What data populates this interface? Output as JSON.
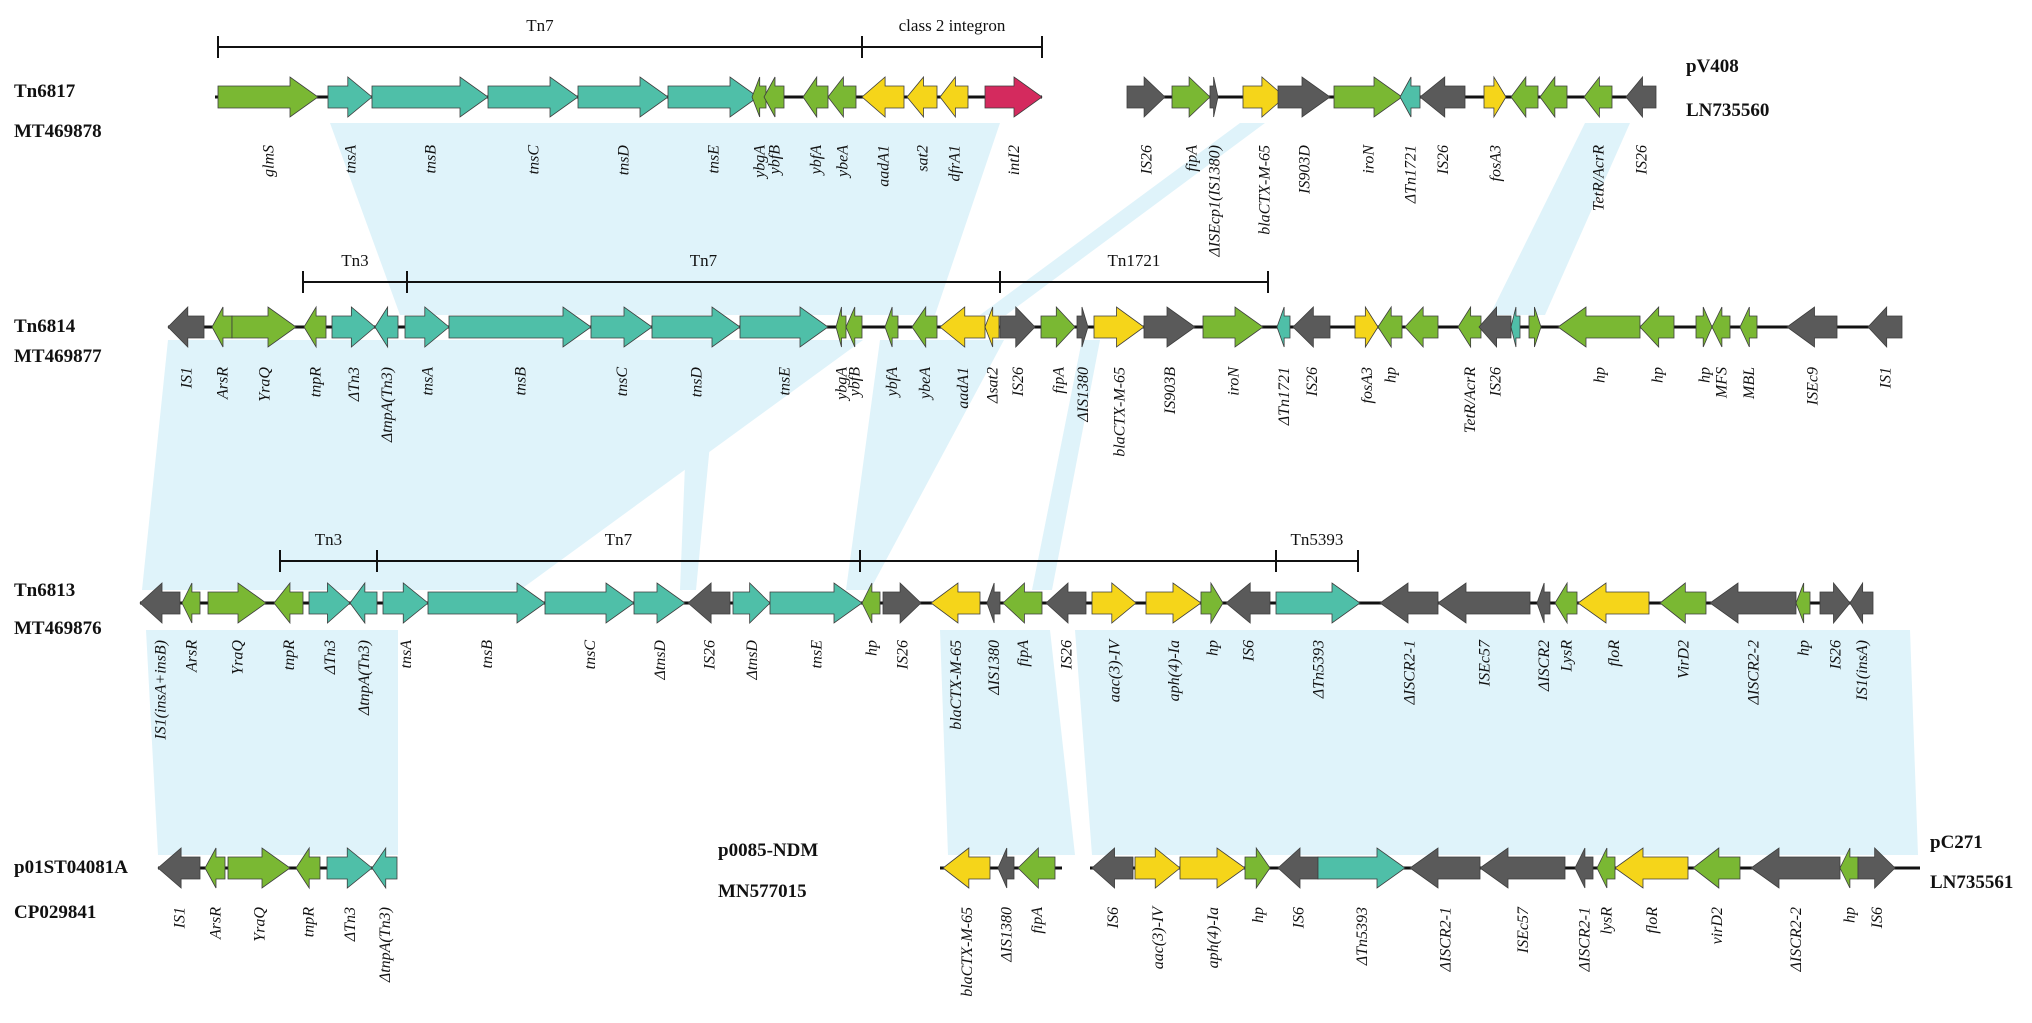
{
  "colors": {
    "light_green": "#7ab833",
    "teal": "#4fbfa8",
    "yellow": "#f5d51a",
    "gray": "#5a5a5a",
    "crimson": "#d42a5e",
    "shade": "#dff3fa",
    "line": "#111111"
  },
  "tracks": [
    {
      "id": "tn6817",
      "labels": [
        "Tn6817",
        "MT469878"
      ],
      "brackets": [
        {
          "label": "Tn7"
        },
        {
          "label": "class 2 integron"
        }
      ],
      "genes": [
        {
          "label": "glmS",
          "color": "light_green",
          "dir": "right"
        },
        {
          "label": "tnsA",
          "color": "teal",
          "dir": "right"
        },
        {
          "label": "tnsB",
          "color": "teal",
          "dir": "right"
        },
        {
          "label": "tnsC",
          "color": "teal",
          "dir": "right"
        },
        {
          "label": "tnsD",
          "color": "teal",
          "dir": "right"
        },
        {
          "label": "tnsE",
          "color": "teal",
          "dir": "right"
        },
        {
          "label": "ybgA",
          "color": "light_green",
          "dir": "left"
        },
        {
          "label": "ybfB",
          "color": "light_green",
          "dir": "left"
        },
        {
          "label": "ybfA",
          "color": "light_green",
          "dir": "left"
        },
        {
          "label": "ybeA",
          "color": "light_green",
          "dir": "left"
        },
        {
          "label": "aadA1",
          "color": "yellow",
          "dir": "left"
        },
        {
          "label": "sat2",
          "color": "yellow",
          "dir": "left"
        },
        {
          "label": "dfrA1",
          "color": "yellow",
          "dir": "left"
        },
        {
          "label": "intI2",
          "color": "crimson",
          "dir": "right"
        }
      ]
    },
    {
      "id": "pv408",
      "labels": [
        "pV408",
        "LN735560"
      ],
      "brackets": [],
      "genes": [
        {
          "label": "IS26",
          "color": "gray",
          "dir": "right"
        },
        {
          "label": "fipA",
          "color": "light_green",
          "dir": "right"
        },
        {
          "label": "ΔISEcp1(IS1380)",
          "color": "gray",
          "dir": "right"
        },
        {
          "label": "blaCTX-M-65",
          "color": "yellow",
          "dir": "right"
        },
        {
          "label": "IS903D",
          "color": "gray",
          "dir": "right"
        },
        {
          "label": "iroN",
          "color": "light_green",
          "dir": "right"
        },
        {
          "label": "ΔTn1721",
          "color": "teal",
          "dir": "left"
        },
        {
          "label": "IS26",
          "color": "gray",
          "dir": "left"
        },
        {
          "label": "fosA3",
          "color": "yellow",
          "dir": "right"
        },
        {
          "label": "",
          "color": "light_green",
          "dir": "left"
        },
        {
          "label": "",
          "color": "light_green",
          "dir": "left"
        },
        {
          "label": "TetR/AcrR",
          "color": "light_green",
          "dir": "left"
        },
        {
          "label": "IS26",
          "color": "gray",
          "dir": "left"
        }
      ]
    },
    {
      "id": "tn6814",
      "labels": [
        "Tn6814",
        "MT469877"
      ],
      "brackets": [
        {
          "label": "Tn3"
        },
        {
          "label": "Tn7"
        },
        {
          "label": "Tn1721"
        }
      ],
      "genes": [
        {
          "label": "IS1",
          "color": "gray",
          "dir": "left"
        },
        {
          "label": "ArsR",
          "color": "light_green",
          "dir": "left"
        },
        {
          "label": "YraQ",
          "color": "light_green",
          "dir": "right"
        },
        {
          "label": "tnpR",
          "color": "light_green",
          "dir": "left"
        },
        {
          "label": "ΔTn3",
          "color": "teal",
          "dir": "right"
        },
        {
          "label": "ΔtnpA(Tn3)",
          "color": "teal",
          "dir": "left"
        },
        {
          "label": "tnsA",
          "color": "teal",
          "dir": "right"
        },
        {
          "label": "tnsB",
          "color": "teal",
          "dir": "right"
        },
        {
          "label": "tnsC",
          "color": "teal",
          "dir": "right"
        },
        {
          "label": "tnsD",
          "color": "teal",
          "dir": "right"
        },
        {
          "label": "tnsE",
          "color": "teal",
          "dir": "right"
        },
        {
          "label": "ybgA",
          "color": "light_green",
          "dir": "left"
        },
        {
          "label": "ybfB",
          "color": "light_green",
          "dir": "left"
        },
        {
          "label": "ybfA",
          "color": "light_green",
          "dir": "left"
        },
        {
          "label": "ybeA",
          "color": "light_green",
          "dir": "left"
        },
        {
          "label": "aadA1",
          "color": "yellow",
          "dir": "left"
        },
        {
          "label": "Δsat2",
          "color": "yellow",
          "dir": "left"
        },
        {
          "label": "IS26",
          "color": "gray",
          "dir": "right"
        },
        {
          "label": "fipA",
          "color": "light_green",
          "dir": "right"
        },
        {
          "label": "ΔIS1380",
          "color": "gray",
          "dir": "right"
        },
        {
          "label": "blaCTX-M-65",
          "color": "yellow",
          "dir": "right"
        },
        {
          "label": "IS903B",
          "color": "gray",
          "dir": "right"
        },
        {
          "label": "iroN",
          "color": "light_green",
          "dir": "right"
        },
        {
          "label": "ΔTn1721",
          "color": "teal",
          "dir": "left"
        },
        {
          "label": "IS26",
          "color": "gray",
          "dir": "left"
        },
        {
          "label": "fosA3",
          "color": "yellow",
          "dir": "right"
        },
        {
          "label": "hp",
          "color": "light_green",
          "dir": "left"
        },
        {
          "label": "",
          "color": "light_green",
          "dir": "left"
        },
        {
          "label": "TetR/AcrR",
          "color": "light_green",
          "dir": "left"
        },
        {
          "label": "IS26",
          "color": "gray",
          "dir": "left"
        },
        {
          "label": "",
          "color": "teal",
          "dir": "left"
        },
        {
          "label": "",
          "color": "light_green",
          "dir": "right"
        },
        {
          "label": "hp",
          "color": "light_green",
          "dir": "left"
        },
        {
          "label": "hp",
          "color": "light_green",
          "dir": "left"
        },
        {
          "label": "hp",
          "color": "light_green",
          "dir": "right"
        },
        {
          "label": "MFS",
          "color": "light_green",
          "dir": "left"
        },
        {
          "label": "MBL",
          "color": "light_green",
          "dir": "left"
        },
        {
          "label": "ISEc9",
          "color": "gray",
          "dir": "left"
        },
        {
          "label": "IS1",
          "color": "gray",
          "dir": "left"
        }
      ]
    },
    {
      "id": "tn6813",
      "labels": [
        "Tn6813",
        "MT469876"
      ],
      "brackets": [
        {
          "label": "Tn3"
        },
        {
          "label": "Tn7"
        },
        {
          "label": ""
        },
        {
          "label": "Tn5393"
        }
      ],
      "genes": [
        {
          "label": "IS1(insA+insB)",
          "color": "gray",
          "dir": "left"
        },
        {
          "label": "ArsR",
          "color": "light_green",
          "dir": "left"
        },
        {
          "label": "YraQ",
          "color": "light_green",
          "dir": "right"
        },
        {
          "label": "tnpR",
          "color": "light_green",
          "dir": "left"
        },
        {
          "label": "ΔTn3",
          "color": "teal",
          "dir": "right"
        },
        {
          "label": "ΔtnpA(Tn3)",
          "color": "teal",
          "dir": "left"
        },
        {
          "label": "tnsA",
          "color": "teal",
          "dir": "right"
        },
        {
          "label": "tnsB",
          "color": "teal",
          "dir": "right"
        },
        {
          "label": "tnsC",
          "color": "teal",
          "dir": "right"
        },
        {
          "label": "ΔtnsD",
          "color": "teal",
          "dir": "right"
        },
        {
          "label": "IS26",
          "color": "gray",
          "dir": "left"
        },
        {
          "label": "ΔtnsD",
          "color": "teal",
          "dir": "right"
        },
        {
          "label": "tnsE",
          "color": "teal",
          "dir": "right"
        },
        {
          "label": "hp",
          "color": "light_green",
          "dir": "left"
        },
        {
          "label": "IS26",
          "color": "gray",
          "dir": "right"
        },
        {
          "label": "blaCTX-M-65",
          "color": "yellow",
          "dir": "left"
        },
        {
          "label": "ΔIS1380",
          "color": "gray",
          "dir": "left"
        },
        {
          "label": "fipA",
          "color": "light_green",
          "dir": "left"
        },
        {
          "label": "IS26",
          "color": "gray",
          "dir": "left"
        },
        {
          "label": "aac(3)-IV",
          "color": "yellow",
          "dir": "right"
        },
        {
          "label": "aph(4)-Ia",
          "color": "yellow",
          "dir": "right"
        },
        {
          "label": "hp",
          "color": "light_green",
          "dir": "right"
        },
        {
          "label": "IS6",
          "color": "gray",
          "dir": "left"
        },
        {
          "label": "ΔTn5393",
          "color": "teal",
          "dir": "right"
        },
        {
          "label": "ΔISCR2-1",
          "color": "gray",
          "dir": "left"
        },
        {
          "label": "ISEc57",
          "color": "gray",
          "dir": "left"
        },
        {
          "label": "ΔISCR2",
          "color": "gray",
          "dir": "left"
        },
        {
          "label": "LysR",
          "color": "light_green",
          "dir": "left"
        },
        {
          "label": "floR",
          "color": "yellow",
          "dir": "left"
        },
        {
          "label": "VirD2",
          "color": "light_green",
          "dir": "left"
        },
        {
          "label": "ΔISCR2-2",
          "color": "gray",
          "dir": "left"
        },
        {
          "label": "hp",
          "color": "light_green",
          "dir": "left"
        },
        {
          "label": "IS26",
          "color": "gray",
          "dir": "right"
        },
        {
          "label": "IS1(insA)",
          "color": "gray",
          "dir": "left"
        }
      ]
    },
    {
      "id": "p01st",
      "labels": [
        "p01ST04081A",
        "CP029841"
      ],
      "brackets": [],
      "genes": [
        {
          "label": "IS1",
          "color": "gray",
          "dir": "left"
        },
        {
          "label": "ArsR",
          "color": "light_green",
          "dir": "left"
        },
        {
          "label": "YraQ",
          "color": "light_green",
          "dir": "right"
        },
        {
          "label": "tnpR",
          "color": "light_green",
          "dir": "left"
        },
        {
          "label": "ΔTn3",
          "color": "teal",
          "dir": "right"
        },
        {
          "label": "ΔtnpA(Tn3)",
          "color": "teal",
          "dir": "left"
        }
      ]
    },
    {
      "id": "p0085",
      "labels": [
        "p0085-NDM",
        "MN577015"
      ],
      "brackets": [],
      "genes": [
        {
          "label": "blaCTX-M-65",
          "color": "yellow",
          "dir": "left"
        },
        {
          "label": "ΔIS1380",
          "color": "gray",
          "dir": "left"
        },
        {
          "label": "fipA",
          "color": "light_green",
          "dir": "left"
        }
      ]
    },
    {
      "id": "pc271",
      "labels": [
        "pC271",
        "LN735561"
      ],
      "brackets": [],
      "genes": [
        {
          "label": "IS6",
          "color": "gray",
          "dir": "left"
        },
        {
          "label": "aac(3)-IV",
          "color": "yellow",
          "dir": "right"
        },
        {
          "label": "aph(4)-Ia",
          "color": "yellow",
          "dir": "right"
        },
        {
          "label": "hp",
          "color": "light_green",
          "dir": "right"
        },
        {
          "label": "IS6",
          "color": "gray",
          "dir": "left"
        },
        {
          "label": "ΔTn5393",
          "color": "teal",
          "dir": "right"
        },
        {
          "label": "ΔISCR2-1",
          "color": "gray",
          "dir": "left"
        },
        {
          "label": "ISEc57",
          "color": "gray",
          "dir": "left"
        },
        {
          "label": "ΔISCR2-1",
          "color": "gray",
          "dir": "left"
        },
        {
          "label": "lysR",
          "color": "light_green",
          "dir": "left"
        },
        {
          "label": "floR",
          "color": "yellow",
          "dir": "left"
        },
        {
          "label": "virD2",
          "color": "light_green",
          "dir": "left"
        },
        {
          "label": "ΔISCR2-2",
          "color": "gray",
          "dir": "left"
        },
        {
          "label": "hp",
          "color": "light_green",
          "dir": "left"
        },
        {
          "label": "IS6",
          "color": "gray",
          "dir": "right"
        }
      ]
    }
  ]
}
